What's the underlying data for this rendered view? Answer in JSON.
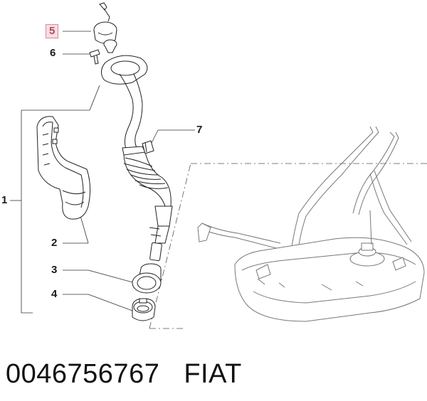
{
  "callouts": {
    "c1": "1",
    "c2": "2",
    "c3": "3",
    "c4": "4",
    "c5": "5",
    "c6": "6",
    "c7": "7"
  },
  "footer": {
    "part_number": "0046756767",
    "brand": "FIAT"
  },
  "colors": {
    "highlight_border": "#d88a98",
    "highlight_fill": "#f7dde2",
    "highlight_text": "#b04a60",
    "line": "#222222",
    "light_line": "#555555"
  }
}
